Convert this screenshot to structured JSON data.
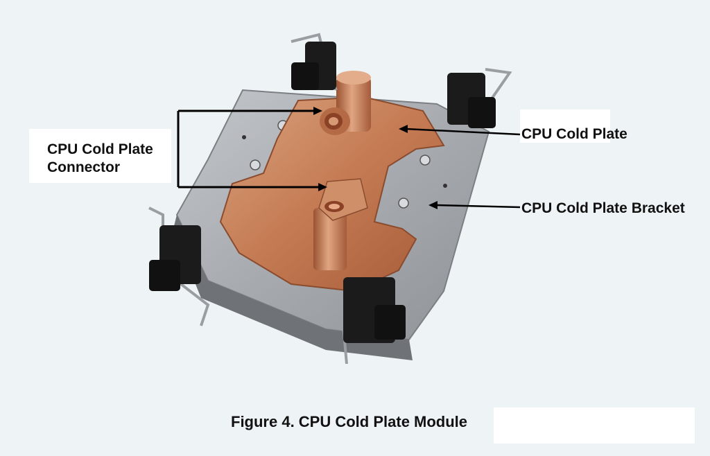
{
  "labels": {
    "connector_line1": "CPU Cold Plate",
    "connector_line2": "Connector",
    "cold_plate": "CPU Cold Plate",
    "bracket": "CPU Cold Plate Bracket"
  },
  "caption": "Figure 4. CPU Cold Plate Module",
  "colors": {
    "background": "#eef3f6",
    "bracket_metal": "#a9adb2",
    "copper": "#c8865f",
    "clip_black": "#1b1b1b",
    "leader_line": "#000000"
  }
}
